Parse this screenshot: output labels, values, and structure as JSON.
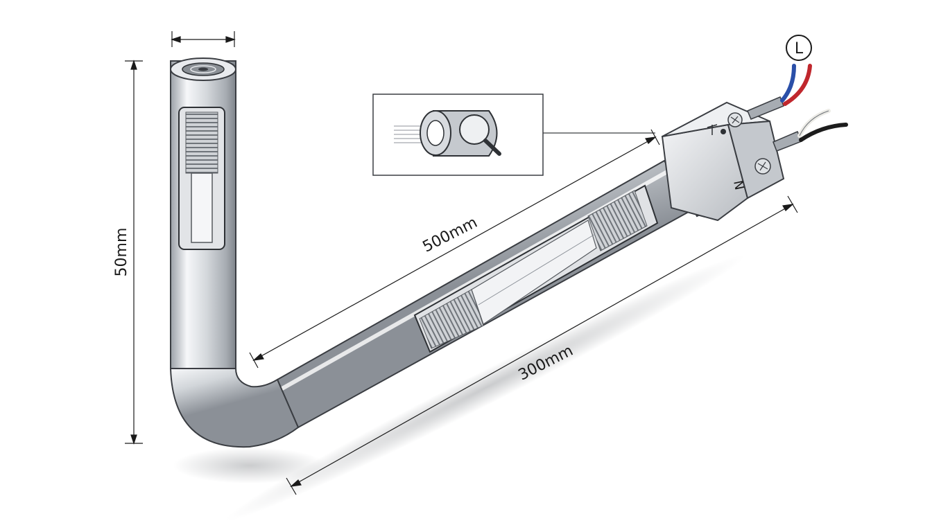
{
  "diagram": {
    "dimensions": {
      "vertical_length": "50mm",
      "diagonal_length": "500mm",
      "bottom_length": "300mm"
    },
    "terminals": {
      "live": "L",
      "neutral": "N"
    },
    "colors": {
      "metal_light": "#f4f5f7",
      "metal_mid": "#c9cdd2",
      "metal_dark": "#8d9299",
      "outline": "#3a3d42",
      "coil": "#7d8187",
      "wire_red": "#c0272d",
      "wire_blue": "#2a4fa8",
      "wire_black": "#1c1c1c",
      "wire_white": "#ecebe6"
    },
    "icons": [
      "screw-icon",
      "magnifier-icon"
    ]
  }
}
